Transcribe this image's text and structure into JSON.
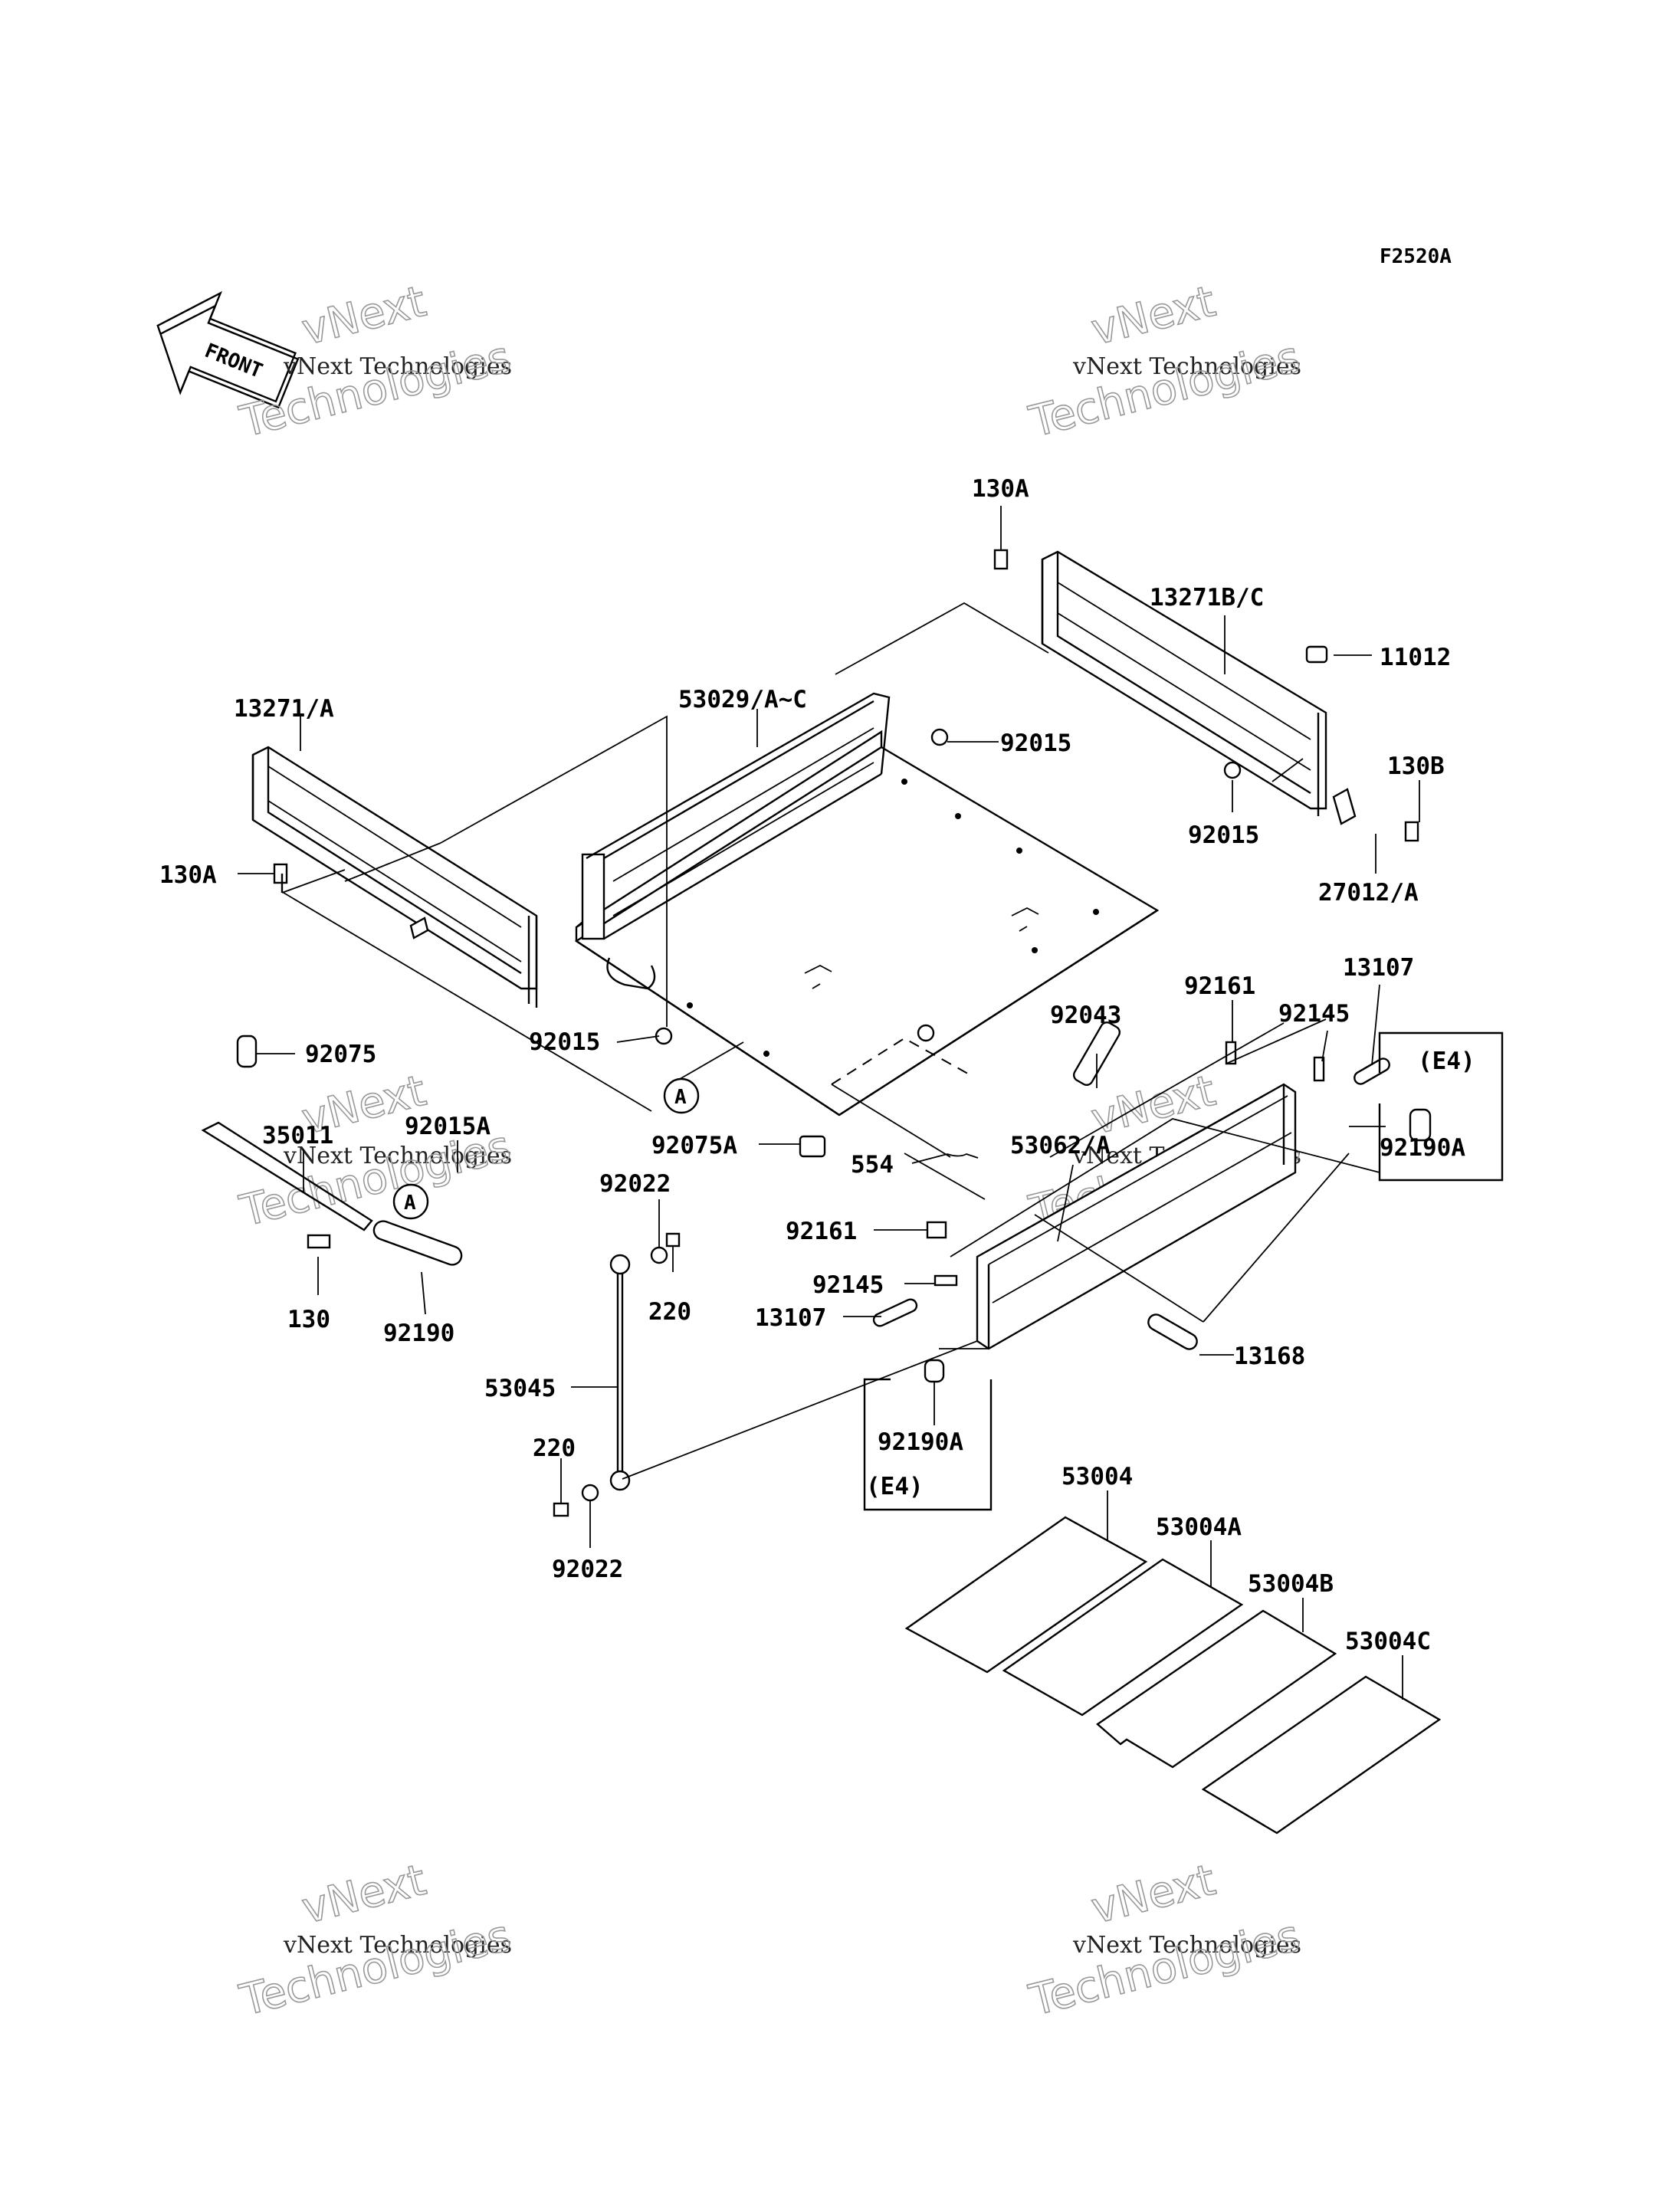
{
  "diagram_code": "F2520A",
  "front_arrow_label": "FRONT",
  "watermark": {
    "line1": "vNext Technologies",
    "line2": "vNext",
    "line3": "Technologies"
  },
  "reference_mark": "A",
  "parts": [
    {
      "id": "p130A_top",
      "label": "130A"
    },
    {
      "id": "p13271BC",
      "label": "13271B/C"
    },
    {
      "id": "p11012",
      "label": "11012"
    },
    {
      "id": "p13271A",
      "label": "13271/A"
    },
    {
      "id": "p53029",
      "label": "53029/A~C"
    },
    {
      "id": "p92015_mid",
      "label": "92015"
    },
    {
      "id": "p130B",
      "label": "130B"
    },
    {
      "id": "p92015_right",
      "label": "92015"
    },
    {
      "id": "p27012",
      "label": "27012/A"
    },
    {
      "id": "p130A_left",
      "label": "130A"
    },
    {
      "id": "p92161_top",
      "label": "92161"
    },
    {
      "id": "p13107_top",
      "label": "13107"
    },
    {
      "id": "p92145_top",
      "label": "92145"
    },
    {
      "id": "p92043",
      "label": "92043"
    },
    {
      "id": "pE4_right",
      "label": "(E4)"
    },
    {
      "id": "p92015_bottom",
      "label": "92015"
    },
    {
      "id": "p92075",
      "label": "92075"
    },
    {
      "id": "p92015A",
      "label": "92015A"
    },
    {
      "id": "p35011",
      "label": "35011"
    },
    {
      "id": "p92190A_right",
      "label": "92190A"
    },
    {
      "id": "p92075A",
      "label": "92075A"
    },
    {
      "id": "p554",
      "label": "554"
    },
    {
      "id": "p53062A",
      "label": "53062/A"
    },
    {
      "id": "p92022_top",
      "label": "92022"
    },
    {
      "id": "p92161_mid",
      "label": "92161"
    },
    {
      "id": "p220_top",
      "label": "220"
    },
    {
      "id": "p92145_mid",
      "label": "92145"
    },
    {
      "id": "p130",
      "label": "130"
    },
    {
      "id": "p92190",
      "label": "92190"
    },
    {
      "id": "p13107_mid",
      "label": "13107"
    },
    {
      "id": "p13168",
      "label": "13168"
    },
    {
      "id": "p53045",
      "label": "53045"
    },
    {
      "id": "p92190A_left",
      "label": "92190A"
    },
    {
      "id": "pE4_left",
      "label": "(E4)"
    },
    {
      "id": "p220_bottom",
      "label": "220"
    },
    {
      "id": "p53004",
      "label": "53004"
    },
    {
      "id": "p92022_bottom",
      "label": "92022"
    },
    {
      "id": "p53004A",
      "label": "53004A"
    },
    {
      "id": "p53004B",
      "label": "53004B"
    },
    {
      "id": "p53004C",
      "label": "53004C"
    }
  ]
}
